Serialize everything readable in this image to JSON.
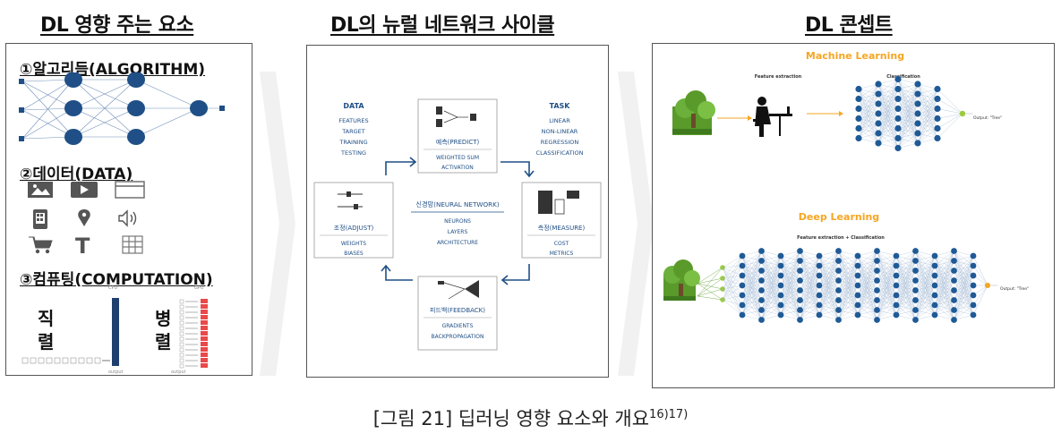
{
  "titles": {
    "left": "DL 영향 주는 요소",
    "middle": "DL의 뉴럴 네트워크 사이클",
    "right": "DL 콘셉트"
  },
  "left_panel": {
    "algorithm": "①알고리듬(ALGORITHM)",
    "data": "②데이터(DATA)",
    "computation": "③컴퓨팅(COMPUTATION)",
    "serial_1": "직",
    "serial_2": "렬",
    "parallel_1": "병",
    "parallel_2": "렬",
    "cpu": "CPU",
    "gpu": "GPU",
    "output": "output"
  },
  "cycle": {
    "data_title": "DATA",
    "data_items": [
      "FEATURES",
      "TARGET",
      "TRAINING",
      "TESTING"
    ],
    "task_title": "TASK",
    "task_items": [
      "LINEAR",
      "NON-LINEAR",
      "REGRESSION",
      "CLASSIFICATION"
    ],
    "predict_title": "예측(PREDICT)",
    "predict_items": [
      "WEIGHTED SUM",
      "ACTIVATION"
    ],
    "adjust_title": "조정(ADJUST)",
    "adjust_items": [
      "WEIGHTS",
      "BIASES"
    ],
    "center_title": "신경망(NEURAL NETWORK)",
    "center_items": [
      "NEURONS",
      "LAYERS",
      "ARCHITECTURE"
    ],
    "measure_title": "측정(MEASURE)",
    "measure_items": [
      "COST",
      "METRICS"
    ],
    "feedback_title": "피드백(FEEDBACK)",
    "feedback_items": [
      "GRADIENTS",
      "BACKPROPAGATION"
    ]
  },
  "concept": {
    "ml_title": "Machine Learning",
    "ml_feature": "Feature extraction",
    "ml_class": "Classification",
    "ml_output": "Output: \"Tree\"",
    "dl_title": "Deep Learning",
    "dl_sub": "Feature extraction + Classification",
    "dl_output": "Output: \"Tree\""
  },
  "caption": {
    "text": "[그림 21] 딥러닝 영향 요소와 개요",
    "sup": "16)17)"
  },
  "colors": {
    "node_blue": "#1f5a96",
    "accent_orange": "#f5a623",
    "gpu_red": "#e84a4a",
    "tree_green": "#5a9a2a"
  }
}
